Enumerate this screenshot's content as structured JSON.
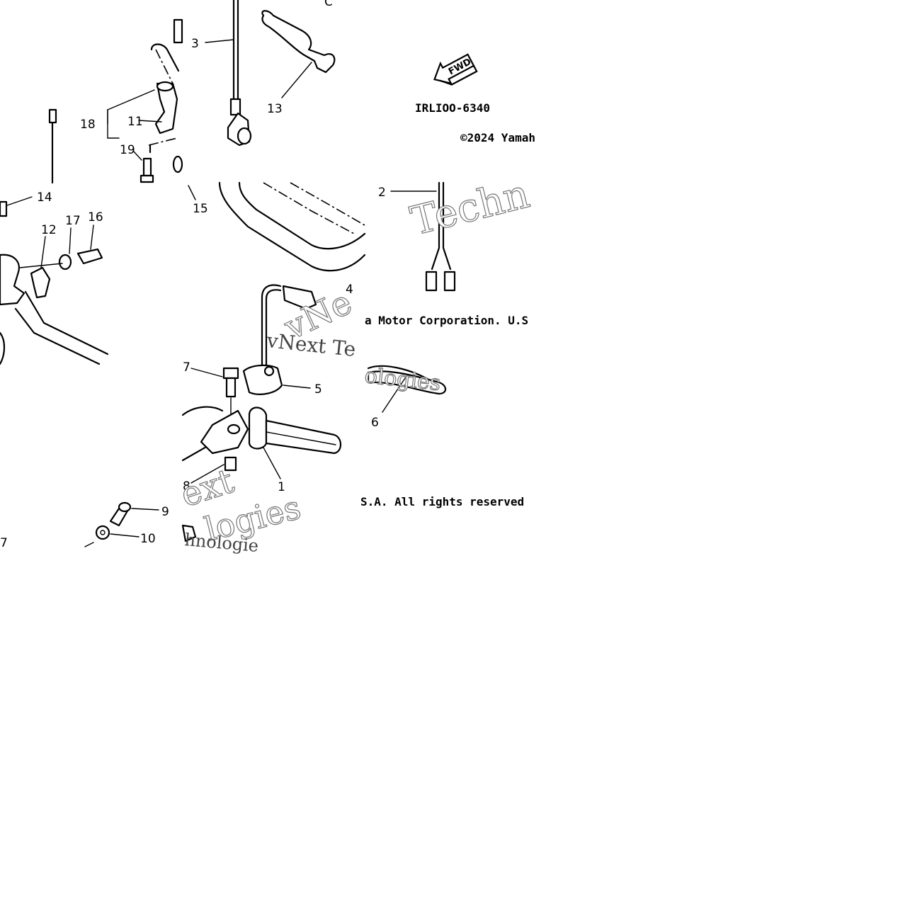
{
  "diagram": {
    "callouts": {
      "n1": "1",
      "n2": "2",
      "n3": "3",
      "n4": "4",
      "n5": "5",
      "n6": "6",
      "n7a": "7",
      "n7b": "7",
      "n8": "8",
      "n9": "9",
      "n10": "10",
      "n11": "11",
      "n12": "12",
      "n13": "13",
      "n14": "14",
      "n15": "15",
      "n16": "16",
      "n17": "17",
      "n18": "18",
      "n19": "19"
    },
    "fwd_label": "FWD",
    "figure_code": "IRLIOO-6340",
    "copyright_line1": "©2024 Yamah",
    "copyright_line2": "a Motor Corporation. U.S",
    "copyright_line3": "S.A. All rights reserved",
    "watermark_text": {
      "w1": "Techn",
      "w2": "vNe",
      "w3": "vNext Te",
      "w4": "ologies",
      "w5": "ext",
      "w6": "logies",
      "w7": "hnologie"
    }
  }
}
